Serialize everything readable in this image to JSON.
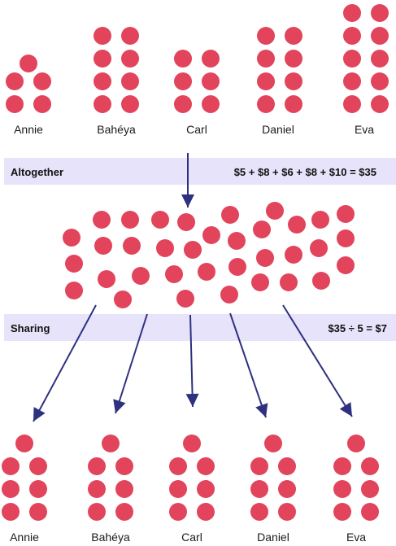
{
  "people_top": [
    "Annie",
    "Bahéya",
    "Carl",
    "Daniel",
    "Eva"
  ],
  "people_bottom": [
    "Annie",
    "Bahéya",
    "Carl",
    "Daniel",
    "Eva"
  ],
  "top_counts": [
    5,
    8,
    6,
    8,
    10
  ],
  "pool_count": 35,
  "share_count": 7,
  "altogether": {
    "label": "Altogether",
    "equation": "$5 + $8 + $6 + $8 + $10 = $35"
  },
  "sharing": {
    "label": "Sharing",
    "equation": "$35 ÷ 5 = $7"
  },
  "colors": {
    "coin": "#e2445c",
    "band": "#e6e3fa",
    "arrow": "#2e3180",
    "text": "#1a1a1a"
  }
}
